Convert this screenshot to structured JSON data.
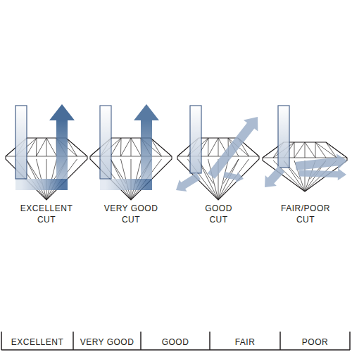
{
  "diagram": {
    "labels": [
      "EXCELLENT CUT",
      "VERY GOOD CUT",
      "GOOD CUT",
      "FAIR/POOR CUT",
      "EXCELLENT",
      "VERY GOOD",
      "GOOD",
      "FAIR",
      "POOR"
    ]
  }
}
